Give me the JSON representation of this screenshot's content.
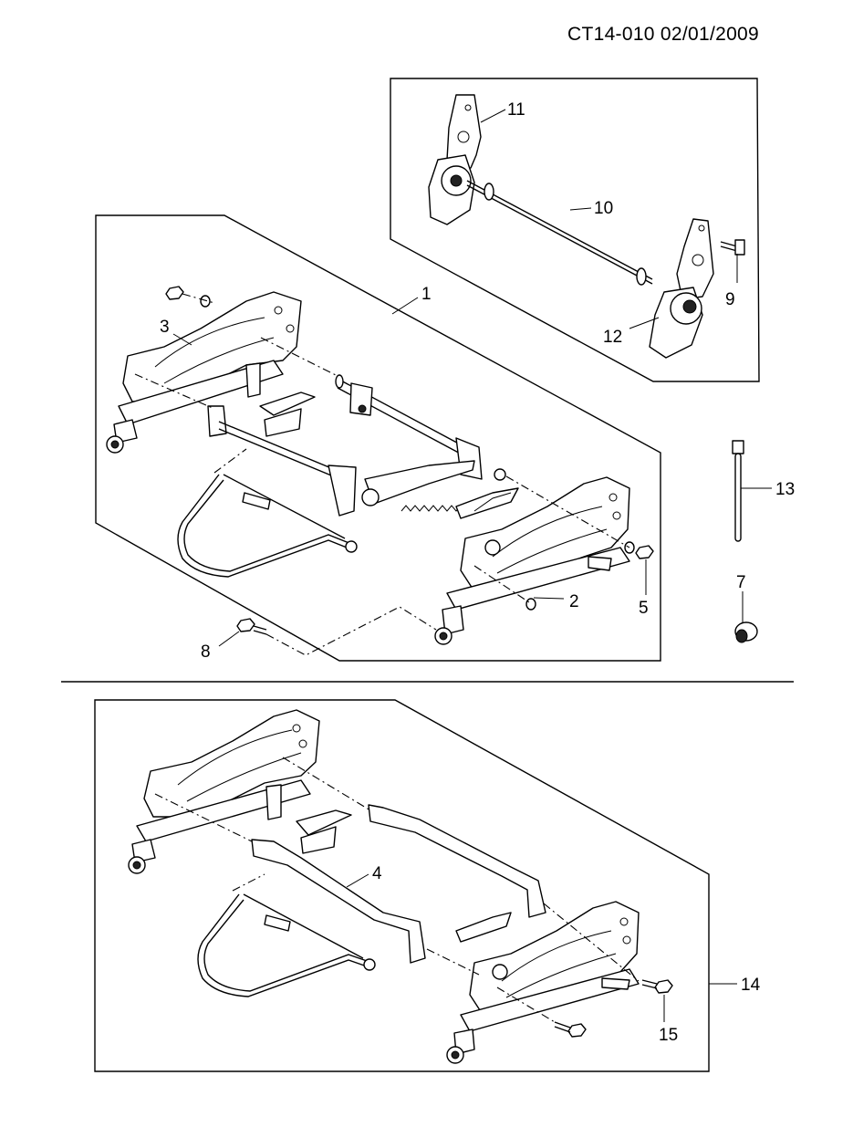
{
  "header": {
    "code": "CT14-010  02/01/2009"
  },
  "callouts": [
    "1",
    "2",
    "3",
    "4",
    "5",
    "7",
    "8",
    "9",
    "10",
    "11",
    "12",
    "13",
    "14",
    "15"
  ]
}
